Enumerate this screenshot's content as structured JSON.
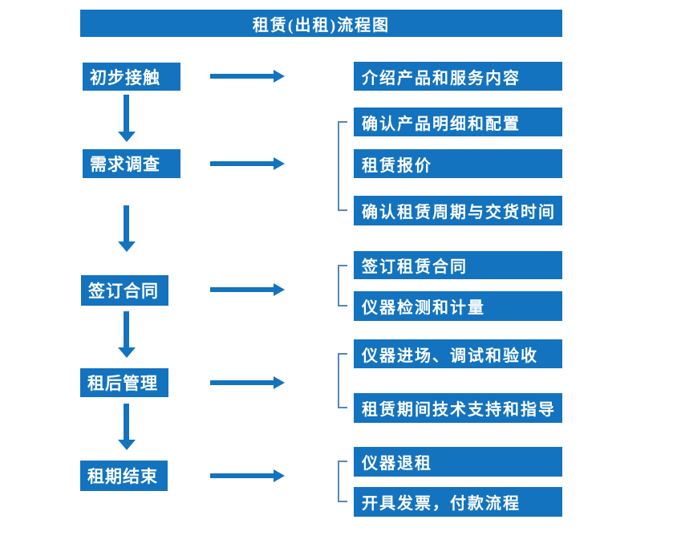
{
  "title": "租赁(出租)流程图",
  "colors": {
    "primary_blue": "#1373be",
    "bracket_blue": "#5586bc",
    "text_white": "#ffffff",
    "background": "#ffffff"
  },
  "flow": [
    {
      "step": "初步接触",
      "details": [
        "介绍产品和服务内容"
      ]
    },
    {
      "step": "需求调查",
      "details": [
        "确认产品明细和配置",
        "租赁报价",
        "确认租赁周期与交货时间"
      ]
    },
    {
      "step": "签订合同",
      "details": [
        "签订租赁合同",
        "仪器检测和计量"
      ]
    },
    {
      "step": "租后管理",
      "details": [
        "仪器进场、调试和验收",
        "租赁期间技术支持和指导"
      ]
    },
    {
      "step": "租期结束",
      "details": [
        "仪器退租",
        "开具发票，付款流程"
      ]
    }
  ]
}
